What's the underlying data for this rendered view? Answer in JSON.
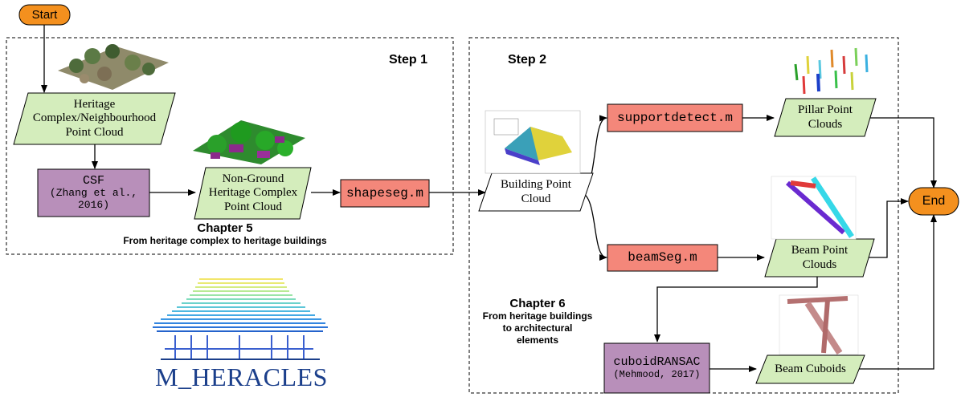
{
  "nodes": {
    "start": "Start",
    "end": "End",
    "heritage_complex": [
      "Heritage",
      "Complex/Neighbourhood",
      "Point Cloud"
    ],
    "csf": [
      "CSF",
      "(Zhang et al.,",
      "2016)"
    ],
    "non_ground": [
      "Non-Ground",
      "Heritage Complex",
      "Point Cloud"
    ],
    "shapeseg": "shapeseg.m",
    "building": [
      "Building Point",
      "Cloud"
    ],
    "supportdetect": "supportdetect.m",
    "pillar": [
      "Pillar Point",
      "Clouds"
    ],
    "beamseg": "beamSeg.m",
    "beam_pc": [
      "Beam Point",
      "Clouds"
    ],
    "cuboid": [
      "cuboidRANSAC",
      "(Mehmood, 2017)"
    ],
    "beam_cuboids": "Beam Cuboids"
  },
  "steps": {
    "step1": "Step 1",
    "step2": "Step 2"
  },
  "chapters": {
    "ch5_title": "Chapter 5",
    "ch5_sub": "From heritage complex to heritage buildings",
    "ch6_title": "Chapter 6",
    "ch6_sub": [
      "From heritage buildings",
      "to architectural",
      "elements"
    ]
  },
  "logo": {
    "text": "M_HERACLES"
  },
  "colors": {
    "start_end": "#f4901e",
    "data_green": "#d4edbc",
    "process_red": "#f4877a",
    "process_purple": "#b88fba",
    "building_white": "#ffffff",
    "logo_text": "#1b3f8b"
  }
}
